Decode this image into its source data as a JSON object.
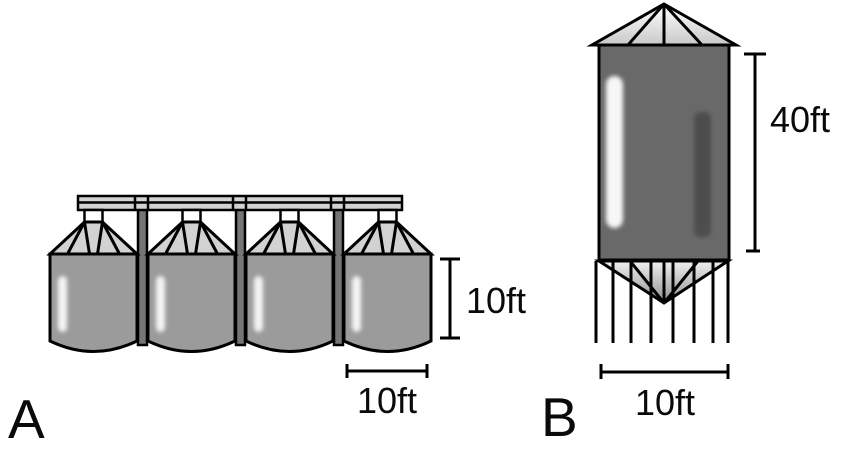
{
  "figure_a": {
    "label": "A",
    "silo_count": 4,
    "height_dim": "10ft",
    "width_dim": "10ft"
  },
  "figure_b": {
    "label": "B",
    "height_dim": "40ft",
    "width_dim": "10ft"
  },
  "colors": {
    "background": "#ffffff",
    "outline": "#000000",
    "silo_body_a": "#9b9b9b",
    "silo_roof_a": "#d2d2d2",
    "beam": "#d2d2d2",
    "post": "#757575",
    "cap": "#ffffff",
    "silo_body_b": "#696969",
    "stripe_dark": "#4e4e4e",
    "highlight": "#ffffff",
    "roof_grad_top": "#ffffff",
    "roof_grad_bottom": "#c9c9c9",
    "hopper_grad_top": "#f0f0f0",
    "hopper_grad_bottom": "#8f8f8f"
  }
}
